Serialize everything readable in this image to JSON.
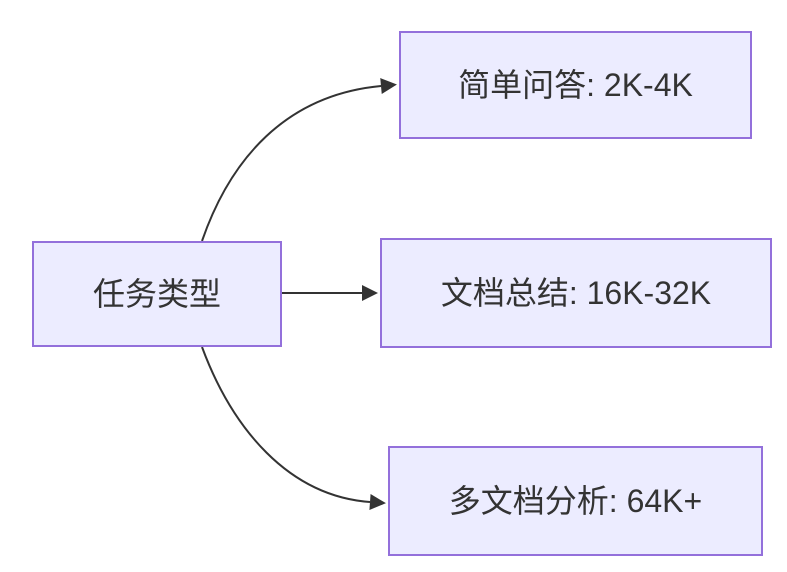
{
  "diagram": {
    "type": "flowchart",
    "direction": "left-to-right",
    "nodes": {
      "root": {
        "label": "任务类型"
      },
      "simple_qa": {
        "label": "简单问答: 2K-4K"
      },
      "doc_summary": {
        "label": "文档总结: 16K-32K"
      },
      "multi_doc": {
        "label": "多文档分析: 64K+"
      }
    },
    "edges": [
      {
        "from": "root",
        "to": "simple_qa",
        "style": "curved"
      },
      {
        "from": "root",
        "to": "doc_summary",
        "style": "straight"
      },
      {
        "from": "root",
        "to": "multi_doc",
        "style": "curved"
      }
    ],
    "colors": {
      "node_fill": "#ECECFF",
      "node_border": "#9370DB",
      "edge_stroke": "#333333",
      "text": "#333333",
      "background": "#FFFFFF"
    }
  }
}
